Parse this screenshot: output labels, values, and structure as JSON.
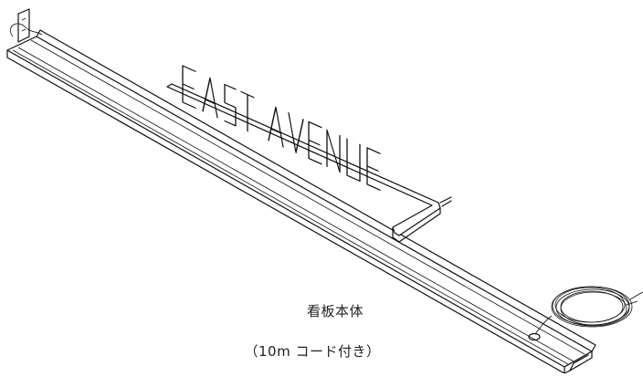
{
  "sign_text": "EAST AVENUE",
  "caption": {
    "line1": "看板本体",
    "line2": "（10m コード付き）"
  }
}
